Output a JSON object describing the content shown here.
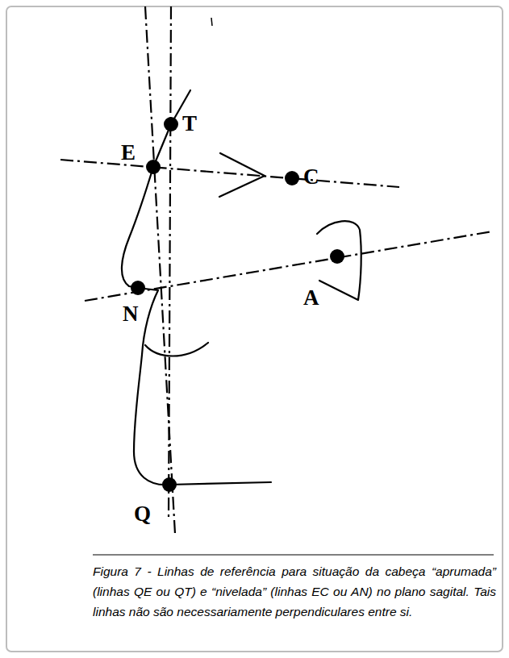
{
  "diagram": {
    "caption": "Figura 7 - Linhas de referência para situação da cabeça “aprumada” (linhas QE ou QT) e “nivelada” (linhas EC ou AN) no plano sagital. Tais linhas não são necessariamente perpendiculares entre si.",
    "labels": [
      "T",
      "E",
      "C",
      "N",
      "A",
      "Q"
    ]
  }
}
